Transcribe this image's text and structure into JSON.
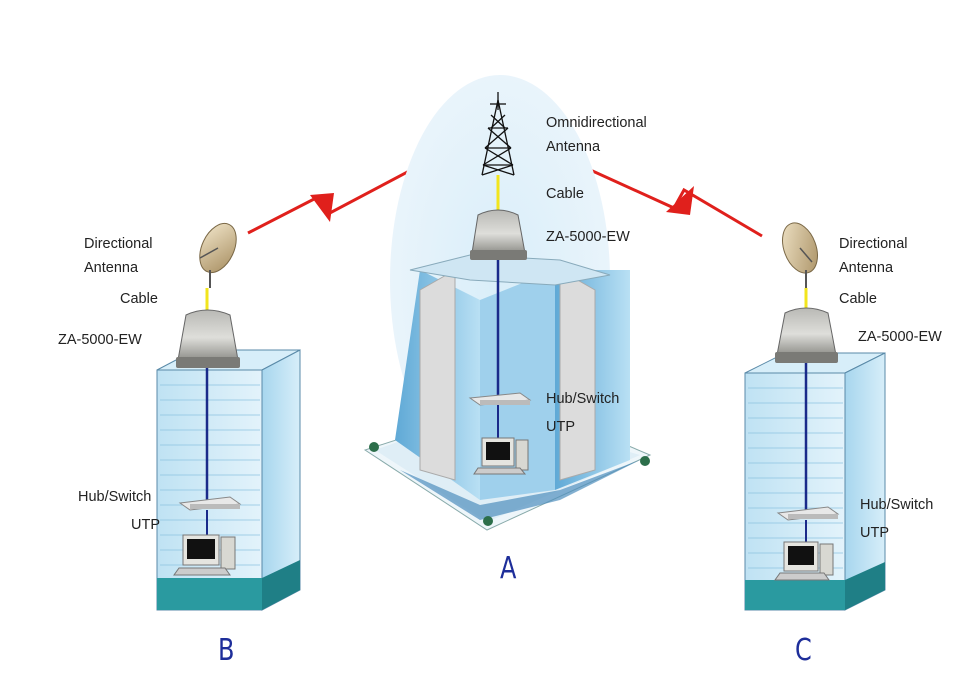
{
  "sites": {
    "a": {
      "label": "A",
      "antenna": "Omnidirectional",
      "antenna2": "Antenna",
      "cable": "Cable",
      "device": "ZA-5000-EW",
      "switch": "Hub/Switch",
      "utp": "UTP"
    },
    "b": {
      "label": "B",
      "antenna": "Directional",
      "antenna2": "Antenna",
      "cable": "Cable",
      "device": "ZA-5000-EW",
      "switch": "Hub/Switch",
      "utp": "UTP"
    },
    "c": {
      "label": "C",
      "antenna": "Directional",
      "antenna2": "Antenna",
      "cable": "Cable",
      "device": "ZA-5000-EW",
      "switch": "Hub/Switch",
      "utp": "UTP"
    }
  },
  "colors": {
    "building_glass": "#c9e7f5",
    "building_teal": "#2a9aa0",
    "wireless_link": "#e0201c",
    "cable_yellow": "#f2e51d",
    "utp_line": "#1a2a8a",
    "site_letter": "#1e2e9a"
  }
}
